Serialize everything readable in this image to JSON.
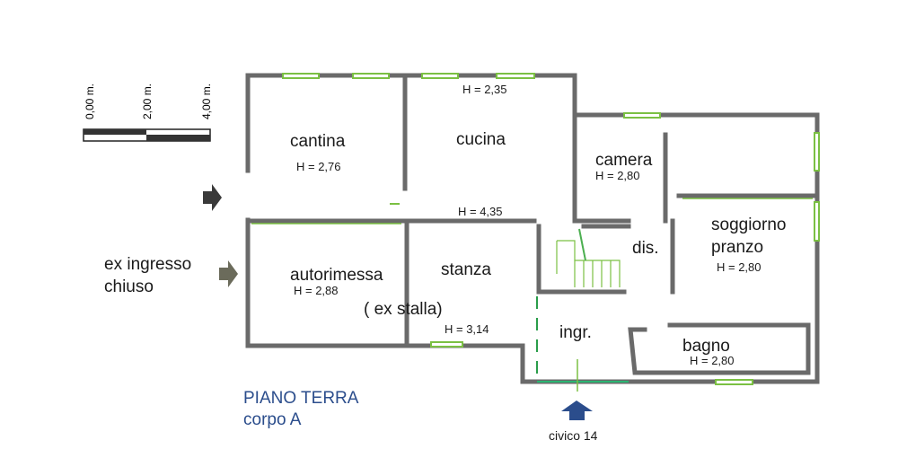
{
  "scale_bar": {
    "labels": [
      "0,00 m.",
      "2,00 m.",
      "4,00 m."
    ]
  },
  "rooms": {
    "cantina": {
      "name": "cantina",
      "height": "H = 2,76"
    },
    "cucina": {
      "name": "cucina",
      "height": "H = 2,35"
    },
    "camera": {
      "name": "camera",
      "height": "H = 2,80"
    },
    "soggiorno": {
      "name_line1": "soggiorno",
      "name_line2": "pranzo",
      "height": "H = 2,80"
    },
    "corridor_height": "H = 4,35",
    "autorimessa": {
      "name": "autorimessa",
      "height": "H = 2,88"
    },
    "stanza": {
      "name": "stanza",
      "note": "( ex stalla)",
      "height": "H = 3,14"
    },
    "dis": {
      "name": "dis."
    },
    "ingr": {
      "name": "ingr."
    },
    "bagno": {
      "name": "bagno",
      "height": "H = 2,80"
    }
  },
  "annotations": {
    "ex_ingresso_line1": "ex ingresso",
    "ex_ingresso_line2": "chiuso",
    "floor_title": "PIANO  TERRA",
    "floor_subtitle": "corpo A",
    "civico": "civico 14"
  },
  "colors": {
    "wall": "#6a6a6a",
    "window": "#7bc043",
    "title": "#2b4d8c",
    "arrow_dark": "#3a3a3a",
    "arrow_gray": "#6b6b5b"
  }
}
